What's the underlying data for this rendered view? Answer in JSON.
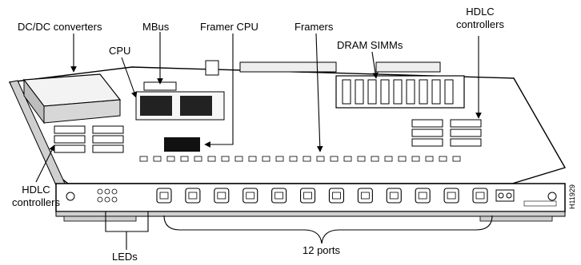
{
  "labels": {
    "dcdc": "DC/DC converters",
    "mbus": "MBus",
    "framer_cpu": "Framer CPU",
    "framers": "Framers",
    "hdlc_right_1": "HDLC",
    "hdlc_right_2": "controllers",
    "cpu": "CPU",
    "dram": "DRAM SIMMs",
    "hdlc_left_1": "HDLC",
    "hdlc_left_2": "controllers",
    "leds": "LEDs",
    "ports": "12 ports",
    "figure_id": "H11929"
  },
  "counts": {
    "ports": 12,
    "dram_simm_slots": 9,
    "led_indicators": 6
  },
  "colors": {
    "ink": "#000000",
    "board": "#ffffff",
    "shade": "#d8d8d8",
    "dark": "#222222"
  }
}
